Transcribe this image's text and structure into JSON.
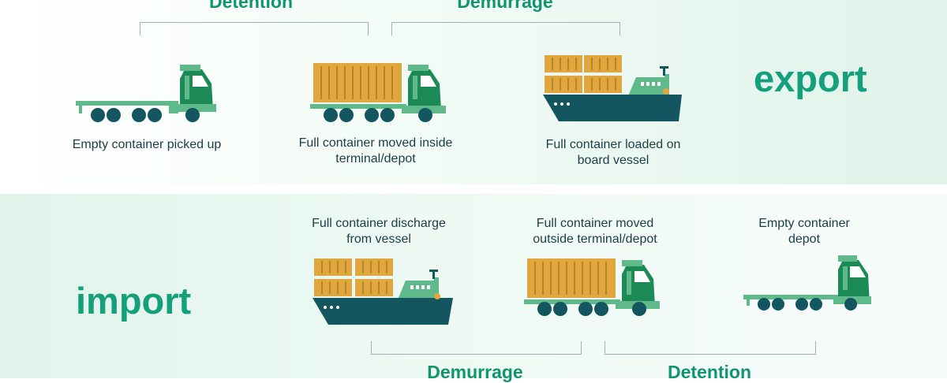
{
  "export": {
    "title": "export",
    "periods": [
      "Detention",
      "Demurrage"
    ],
    "steps": [
      "Empty container picked up",
      "Full container moved inside terminal/depot",
      "Full container loaded on board vessel"
    ]
  },
  "import": {
    "title": "import",
    "periods": [
      "Demurrage",
      "Detention"
    ],
    "steps": [
      "Full container discharge from vessel",
      "Full container moved outside terminal/depot",
      "Empty container depot"
    ]
  },
  "colors": {
    "green_dark": "#1c8a55",
    "green_light": "#5fb98b",
    "navy": "#135660",
    "container": "#e0a73e",
    "container_edge": "#b98424",
    "accent_text": "#14a07a"
  }
}
